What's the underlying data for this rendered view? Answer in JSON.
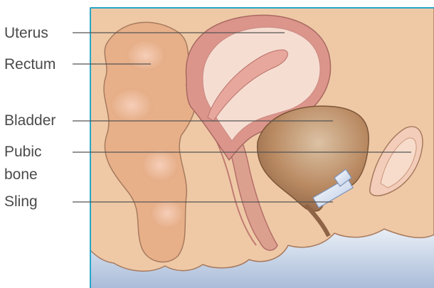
{
  "labels": {
    "uterus": "Uterus",
    "rectum": "Rectum",
    "bladder": "Bladder",
    "pubic_bone_line1": "Pubic",
    "pubic_bone_line2": "bone",
    "sling": "Sling"
  },
  "colors": {
    "frame": "#27a6c9",
    "tissue": "#efc9a6",
    "tissue_outline": "#a77a5e",
    "rectum": "#e9b48c",
    "uterus_inner": "#f6ddd2",
    "uterus_wall": "#d98c85",
    "bladder": "#b98860",
    "pubic_bone": "#f1cbb8",
    "sling": "#c9d7ec",
    "leader_line": "#555555"
  }
}
